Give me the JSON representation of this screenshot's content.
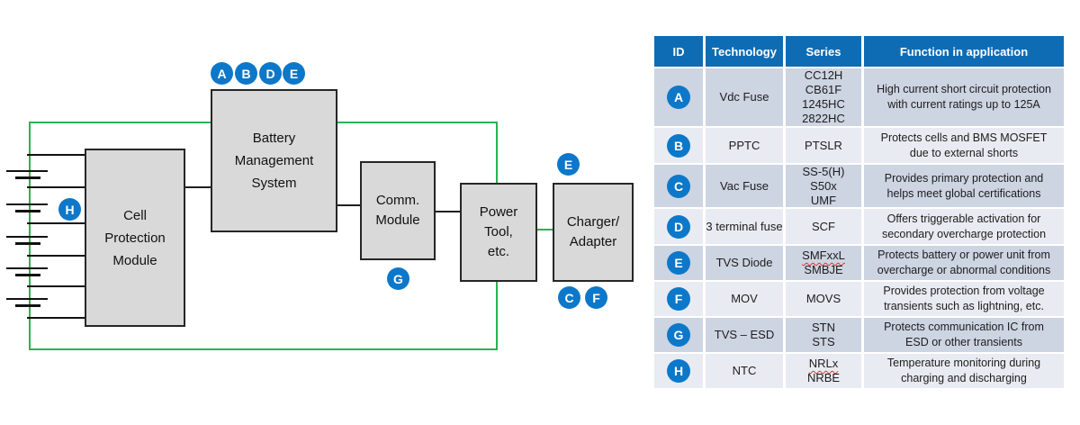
{
  "diagram": {
    "blocks": {
      "cell_protection": {
        "lines": [
          "Cell",
          "Protection",
          "Module"
        ]
      },
      "bms": {
        "lines": [
          "Battery",
          "Management",
          "System"
        ]
      },
      "comm": {
        "lines": [
          "Comm.",
          "Module"
        ]
      },
      "power_tool": {
        "lines": [
          "Power",
          "Tool,",
          "etc."
        ]
      },
      "charger": {
        "lines": [
          "Charger/",
          "Adapter"
        ]
      }
    },
    "badges": {
      "bms_top": [
        "A",
        "B",
        "D",
        "E"
      ],
      "cell_protection_left": "H",
      "comm_bottom": "G",
      "charger_top": "E",
      "charger_bottom": [
        "C",
        "F"
      ]
    }
  },
  "table": {
    "headers": [
      "ID",
      "Technology",
      "Series",
      "Function in application"
    ],
    "rows": [
      {
        "id": "A",
        "technology": "Vdc Fuse",
        "series": [
          "CC12H",
          "CB61F",
          "1245HC",
          "2822HC"
        ],
        "function_lines": [
          "High current short circuit protection",
          "with current ratings up to 125A"
        ]
      },
      {
        "id": "B",
        "technology": "PPTC",
        "series": [
          "PTSLR"
        ],
        "function_lines": [
          "Protects cells and BMS MOSFET",
          "due to external shorts"
        ]
      },
      {
        "id": "C",
        "technology": "Vac Fuse",
        "series": [
          "SS-5(H)",
          "S50x",
          "UMF"
        ],
        "function_lines": [
          "Provides primary protection and",
          "helps meet global certifications"
        ]
      },
      {
        "id": "D",
        "technology": "3 terminal fuse",
        "series": [
          "SCF"
        ],
        "function_lines": [
          "Offers triggerable activation for",
          "secondary overcharge protection"
        ]
      },
      {
        "id": "E",
        "technology": "TVS Diode",
        "series": [
          "SMFxxL",
          "SMBJE"
        ],
        "function_lines": [
          "Protects battery or power unit from",
          "overcharge or abnormal conditions"
        ]
      },
      {
        "id": "F",
        "technology": "MOV",
        "series": [
          "MOVS"
        ],
        "function_lines": [
          "Provides protection from voltage",
          "transients such as lightning, etc."
        ]
      },
      {
        "id": "G",
        "technology": "TVS – ESD",
        "series": [
          "STN",
          "STS"
        ],
        "function_lines": [
          "Protects communication IC from",
          "ESD or other transients"
        ]
      },
      {
        "id": "H",
        "technology": "NTC",
        "series": [
          "NRLx",
          "NRBE"
        ],
        "function_lines": [
          "Temperature monitoring during",
          "charging and discharging"
        ]
      }
    ]
  },
  "colors": {
    "badge_blue": "#0d78c9",
    "header_blue": "#0e6cb4",
    "wire_green": "#27b356",
    "box_fill": "#d9d9d9",
    "row_dark": "#cdd4e2",
    "row_light": "#e9ebf2",
    "squiggle_red": "#e03131"
  }
}
